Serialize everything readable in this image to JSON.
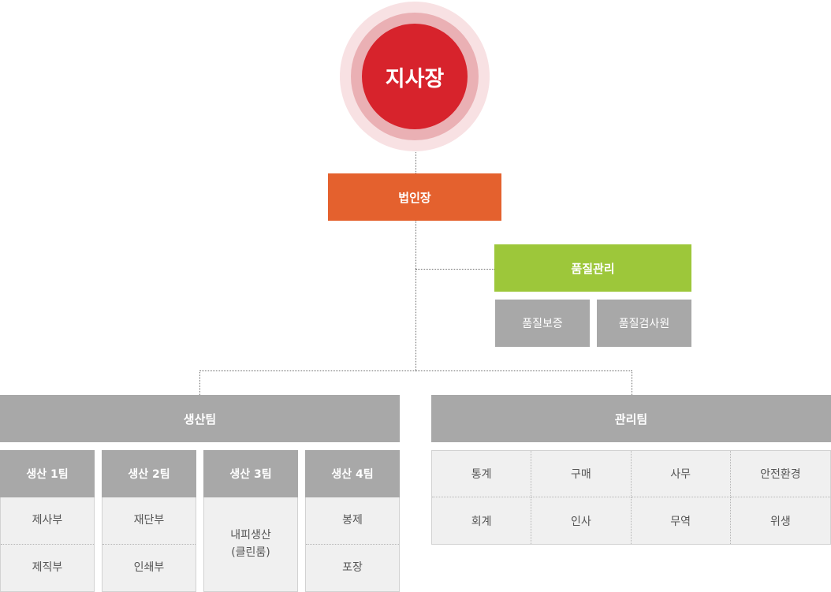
{
  "top": {
    "label": "지사장"
  },
  "ceo": {
    "label": "법인장"
  },
  "quality": {
    "label": "품질관리",
    "items": [
      "품질보증",
      "품질검사원"
    ]
  },
  "production_team": {
    "label": "생산팀",
    "columns": [
      {
        "title": "생산 1팀",
        "items": [
          "제사부",
          "제직부"
        ]
      },
      {
        "title": "생산 2팀",
        "items": [
          "재단부",
          "인쇄부"
        ]
      },
      {
        "title": "생산 3팀",
        "items": [
          "내피생산",
          "(클린룸)"
        ]
      },
      {
        "title": "생산 4팀",
        "items": [
          "봉제",
          "포장"
        ]
      }
    ]
  },
  "management_team": {
    "label": "관리팀",
    "items": [
      "통계",
      "구매",
      "사무",
      "안전환경",
      "회계",
      "인사",
      "무역",
      "위생"
    ]
  },
  "colors": {
    "top": "#d7232c",
    "ceo": "#e4612e",
    "quality": "#9dc73a",
    "gray": "#a8a8a8"
  }
}
